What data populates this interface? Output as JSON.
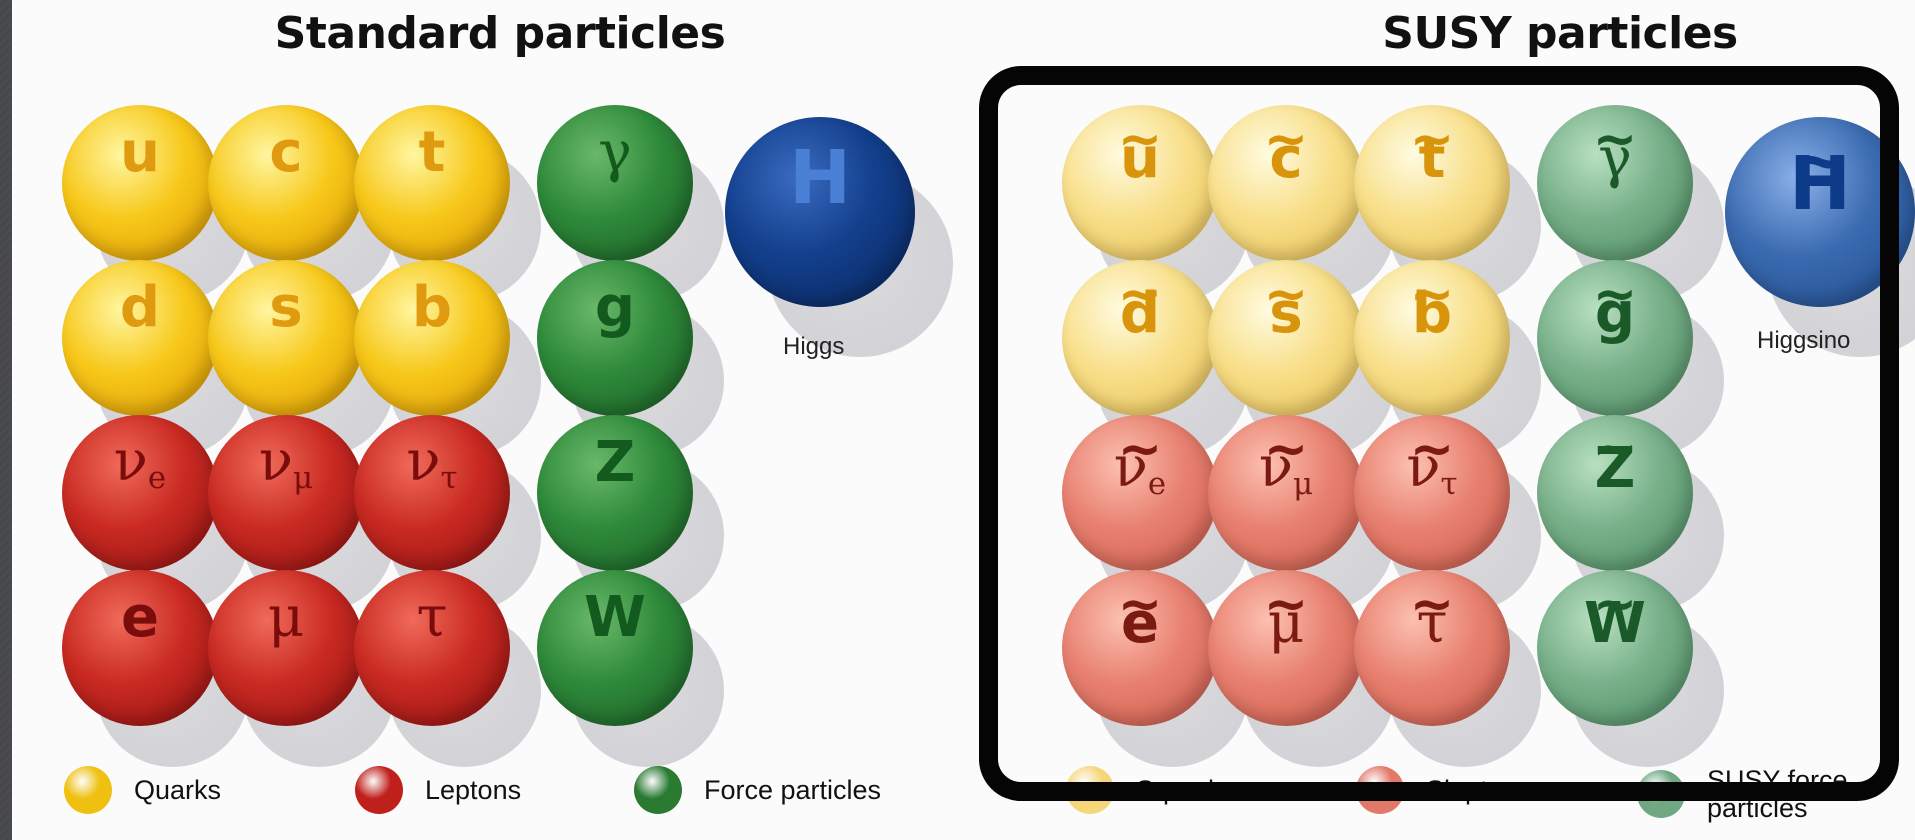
{
  "titles": {
    "standard": "Standard particles",
    "susy": "SUSY particles"
  },
  "labels": {
    "higgs": "Higgs",
    "higgsino": "Higgsino"
  },
  "legend_standard": [
    {
      "name": "quarks",
      "label": "Quarks",
      "color": "#f0c010"
    },
    {
      "name": "leptons",
      "label": "Leptons",
      "color": "#c0201c"
    },
    {
      "name": "force",
      "label": "Force particles",
      "color": "#2a7a32"
    }
  ],
  "legend_susy": [
    {
      "name": "squarks",
      "label": "Squarks",
      "color": "#f5d77a"
    },
    {
      "name": "sleptons",
      "label": "Sleptons",
      "color": "#e27968"
    },
    {
      "name": "susy-force",
      "label": "SUSY force particles",
      "color": "#6fa882"
    }
  ],
  "palettes": {
    "quark": {
      "hi": "#fff6a0",
      "mid": "#f7c81a",
      "lo": "#d89300",
      "text": "#e09a10"
    },
    "lepton": {
      "hi": "#f06a5a",
      "mid": "#c92a22",
      "lo": "#8c0f10",
      "text": "#7a0c0c"
    },
    "force": {
      "hi": "#6ab86a",
      "mid": "#2e8a3a",
      "lo": "#1a5a24",
      "text": "#135a1e"
    },
    "higgs": {
      "hi": "#3a6bc0",
      "mid": "#123f8c",
      "lo": "#0a2458",
      "text": "#4a7fd6"
    },
    "squark": {
      "hi": "#fffbe0",
      "mid": "#f8df8a",
      "lo": "#e8bf50",
      "text": "#d8950c"
    },
    "slepton": {
      "hi": "#fcc0b0",
      "mid": "#e88070",
      "lo": "#c85848",
      "text": "#7a1a10"
    },
    "sforce": {
      "hi": "#b8e0c0",
      "mid": "#78b08a",
      "lo": "#4a8a5e",
      "text": "#1a5a28"
    },
    "shiggs": {
      "hi": "#8ab0e8",
      "mid": "#3a6ab0",
      "lo": "#1e4a8a",
      "text": "#0e3a8a"
    }
  },
  "standard_particles": [
    {
      "row": 0,
      "col": 0,
      "kind": "quark",
      "sym": "u"
    },
    {
      "row": 0,
      "col": 1,
      "kind": "quark",
      "sym": "c"
    },
    {
      "row": 0,
      "col": 2,
      "kind": "quark",
      "sym": "t"
    },
    {
      "row": 1,
      "col": 0,
      "kind": "quark",
      "sym": "d"
    },
    {
      "row": 1,
      "col": 1,
      "kind": "quark",
      "sym": "s"
    },
    {
      "row": 1,
      "col": 2,
      "kind": "quark",
      "sym": "b"
    },
    {
      "row": 2,
      "col": 0,
      "kind": "lepton",
      "sym": "ν",
      "sub": "e",
      "serif": true
    },
    {
      "row": 2,
      "col": 1,
      "kind": "lepton",
      "sym": "ν",
      "sub": "μ",
      "serif": true
    },
    {
      "row": 2,
      "col": 2,
      "kind": "lepton",
      "sym": "ν",
      "sub": "τ",
      "serif": true
    },
    {
      "row": 3,
      "col": 0,
      "kind": "lepton",
      "sym": "e"
    },
    {
      "row": 3,
      "col": 1,
      "kind": "lepton",
      "sym": "μ",
      "serif": true
    },
    {
      "row": 3,
      "col": 2,
      "kind": "lepton",
      "sym": "τ",
      "serif": true
    },
    {
      "row": 0,
      "col": 3,
      "kind": "force",
      "sym": "γ",
      "serif": true
    },
    {
      "row": 1,
      "col": 3,
      "kind": "force",
      "sym": "g"
    },
    {
      "row": 2,
      "col": 3,
      "kind": "force",
      "sym": "Z"
    },
    {
      "row": 3,
      "col": 3,
      "kind": "force",
      "sym": "W"
    },
    {
      "row": 0,
      "col": 4,
      "kind": "higgs",
      "sym": "H",
      "big": true
    }
  ],
  "susy_particles": [
    {
      "row": 0,
      "col": 0,
      "kind": "squark",
      "sym": "u",
      "tilde": "~"
    },
    {
      "row": 0,
      "col": 1,
      "kind": "squark",
      "sym": "c",
      "tilde": "~"
    },
    {
      "row": 0,
      "col": 2,
      "kind": "squark",
      "sym": "t",
      "tilde": "~"
    },
    {
      "row": 1,
      "col": 0,
      "kind": "squark",
      "sym": "d",
      "tilde": "~"
    },
    {
      "row": 1,
      "col": 1,
      "kind": "squark",
      "sym": "s",
      "tilde": "~"
    },
    {
      "row": 1,
      "col": 2,
      "kind": "squark",
      "sym": "b",
      "tilde": "~"
    },
    {
      "row": 2,
      "col": 0,
      "kind": "slepton",
      "sym": "ν",
      "sub": "e",
      "serif": true,
      "tilde": "~"
    },
    {
      "row": 2,
      "col": 1,
      "kind": "slepton",
      "sym": "ν",
      "sub": "μ",
      "serif": true,
      "tilde": "~"
    },
    {
      "row": 2,
      "col": 2,
      "kind": "slepton",
      "sym": "ν",
      "sub": "τ",
      "serif": true,
      "tilde": "~"
    },
    {
      "row": 3,
      "col": 0,
      "kind": "slepton",
      "sym": "e",
      "tilde": "~"
    },
    {
      "row": 3,
      "col": 1,
      "kind": "slepton",
      "sym": "μ",
      "serif": true,
      "tilde": "~"
    },
    {
      "row": 3,
      "col": 2,
      "kind": "slepton",
      "sym": "τ",
      "serif": true,
      "tilde": "~"
    },
    {
      "row": 0,
      "col": 3,
      "kind": "sforce",
      "sym": "γ",
      "serif": true,
      "tilde": "~"
    },
    {
      "row": 1,
      "col": 3,
      "kind": "sforce",
      "sym": "g",
      "tilde": "~"
    },
    {
      "row": 2,
      "col": 3,
      "kind": "sforce",
      "sym": "Z",
      "tilde": "~"
    },
    {
      "row": 3,
      "col": 3,
      "kind": "sforce",
      "sym": "W",
      "tilde": "~"
    },
    {
      "row": 0,
      "col": 4,
      "kind": "shiggs",
      "sym": "H",
      "tilde": "~",
      "big": true
    }
  ]
}
